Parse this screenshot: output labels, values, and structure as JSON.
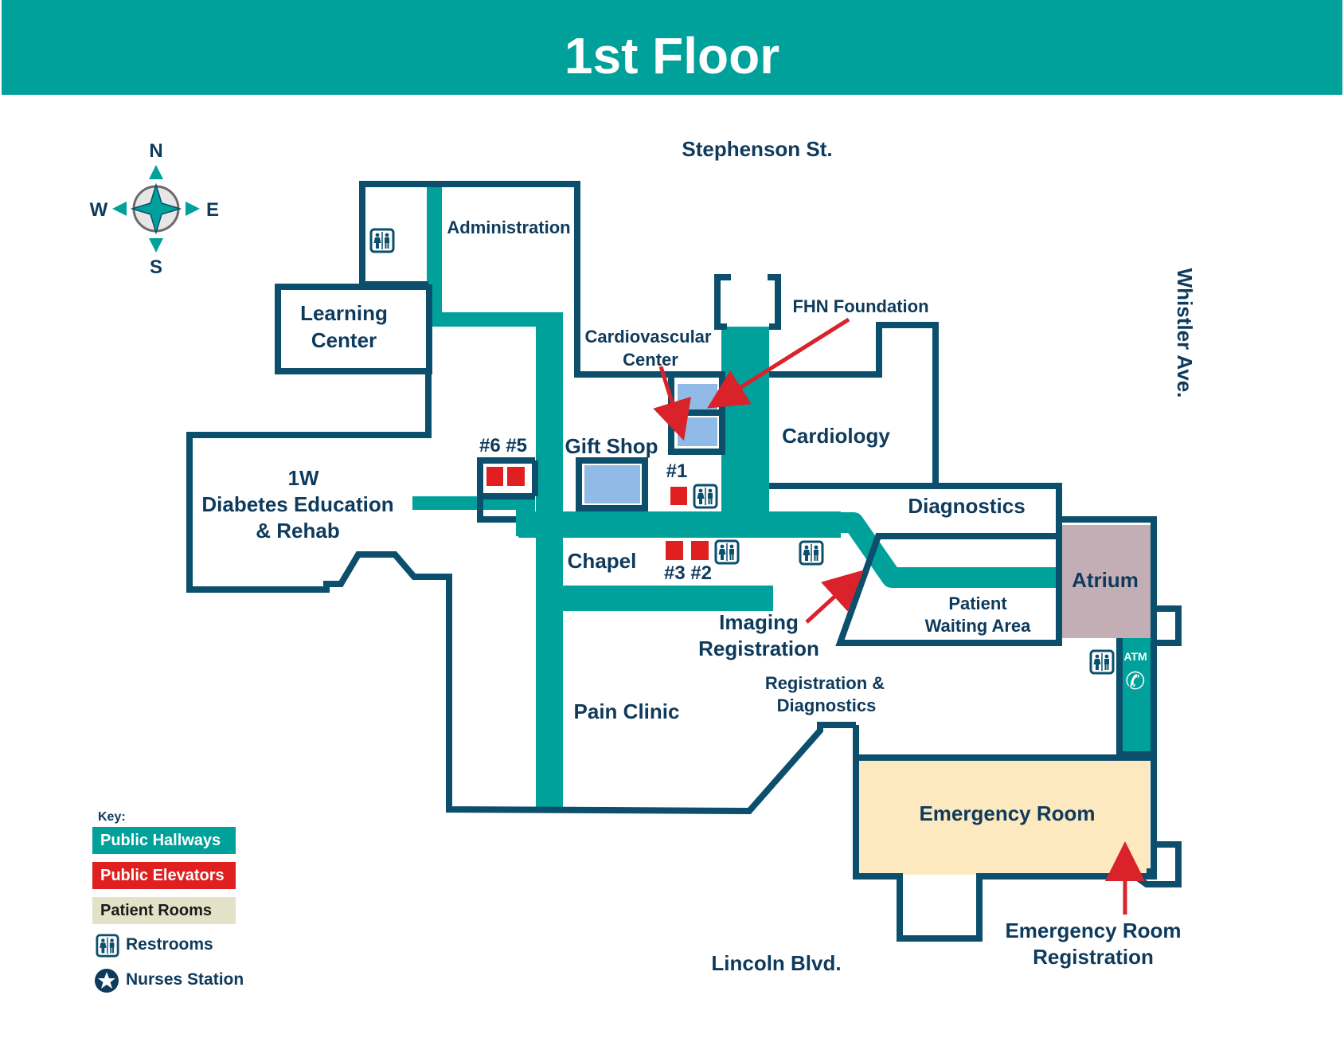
{
  "title": "1st Floor",
  "streets": {
    "north": "Stephenson St.",
    "south": "Lincoln Blvd.",
    "east": "Whistler Ave."
  },
  "compass": {
    "n": "N",
    "s": "S",
    "e": "E",
    "w": "W"
  },
  "rooms": {
    "administration": "Administration",
    "learning_center_line1": "Learning",
    "learning_center_line2": "Center",
    "fhn_foundation": "FHN Foundation",
    "cardiovascular_line1": "Cardiovascular",
    "cardiovascular_line2": "Center",
    "cardiology": "Cardiology",
    "gift_shop": "Gift Shop",
    "rehab_line1": "1W",
    "rehab_line2": "Diabetes Education",
    "rehab_line3": "& Rehab",
    "diagnostics": "Diagnostics",
    "chapel": "Chapel",
    "atrium": "Atrium",
    "patient_waiting_line1": "Patient",
    "patient_waiting_line2": "Waiting Area",
    "imaging_line1": "Imaging",
    "imaging_line2": "Registration",
    "reg_diag_line1": "Registration &",
    "reg_diag_line2": "Diagnostics",
    "pain_clinic": "Pain Clinic",
    "emergency_room": "Emergency Room",
    "er_reg_line1": "Emergency Room",
    "er_reg_line2": "Registration",
    "atm": "ATM"
  },
  "elevators": {
    "e65": "#6 #5",
    "e1": "#1",
    "e32": "#3 #2"
  },
  "key": {
    "heading": "Key:",
    "hallways": "Public Hallways",
    "elevators": "Public Elevators",
    "patient_rooms": "Patient Rooms",
    "restrooms": "Restrooms",
    "nurses": "Nurses Station"
  },
  "colors": {
    "hallway": "#00a19a",
    "wall": "#0b4f6c",
    "elevator": "#e02020",
    "patient_rooms": "#e3e2c8",
    "emergency_room": "#fde9c0",
    "atrium": "#c4aeb6",
    "glass": "#8fbbe6",
    "arrow": "#d9222a"
  },
  "icons": [
    "restroom-icon",
    "nurses-station-icon",
    "compass-icon",
    "phone-icon",
    "elevator-icon"
  ]
}
